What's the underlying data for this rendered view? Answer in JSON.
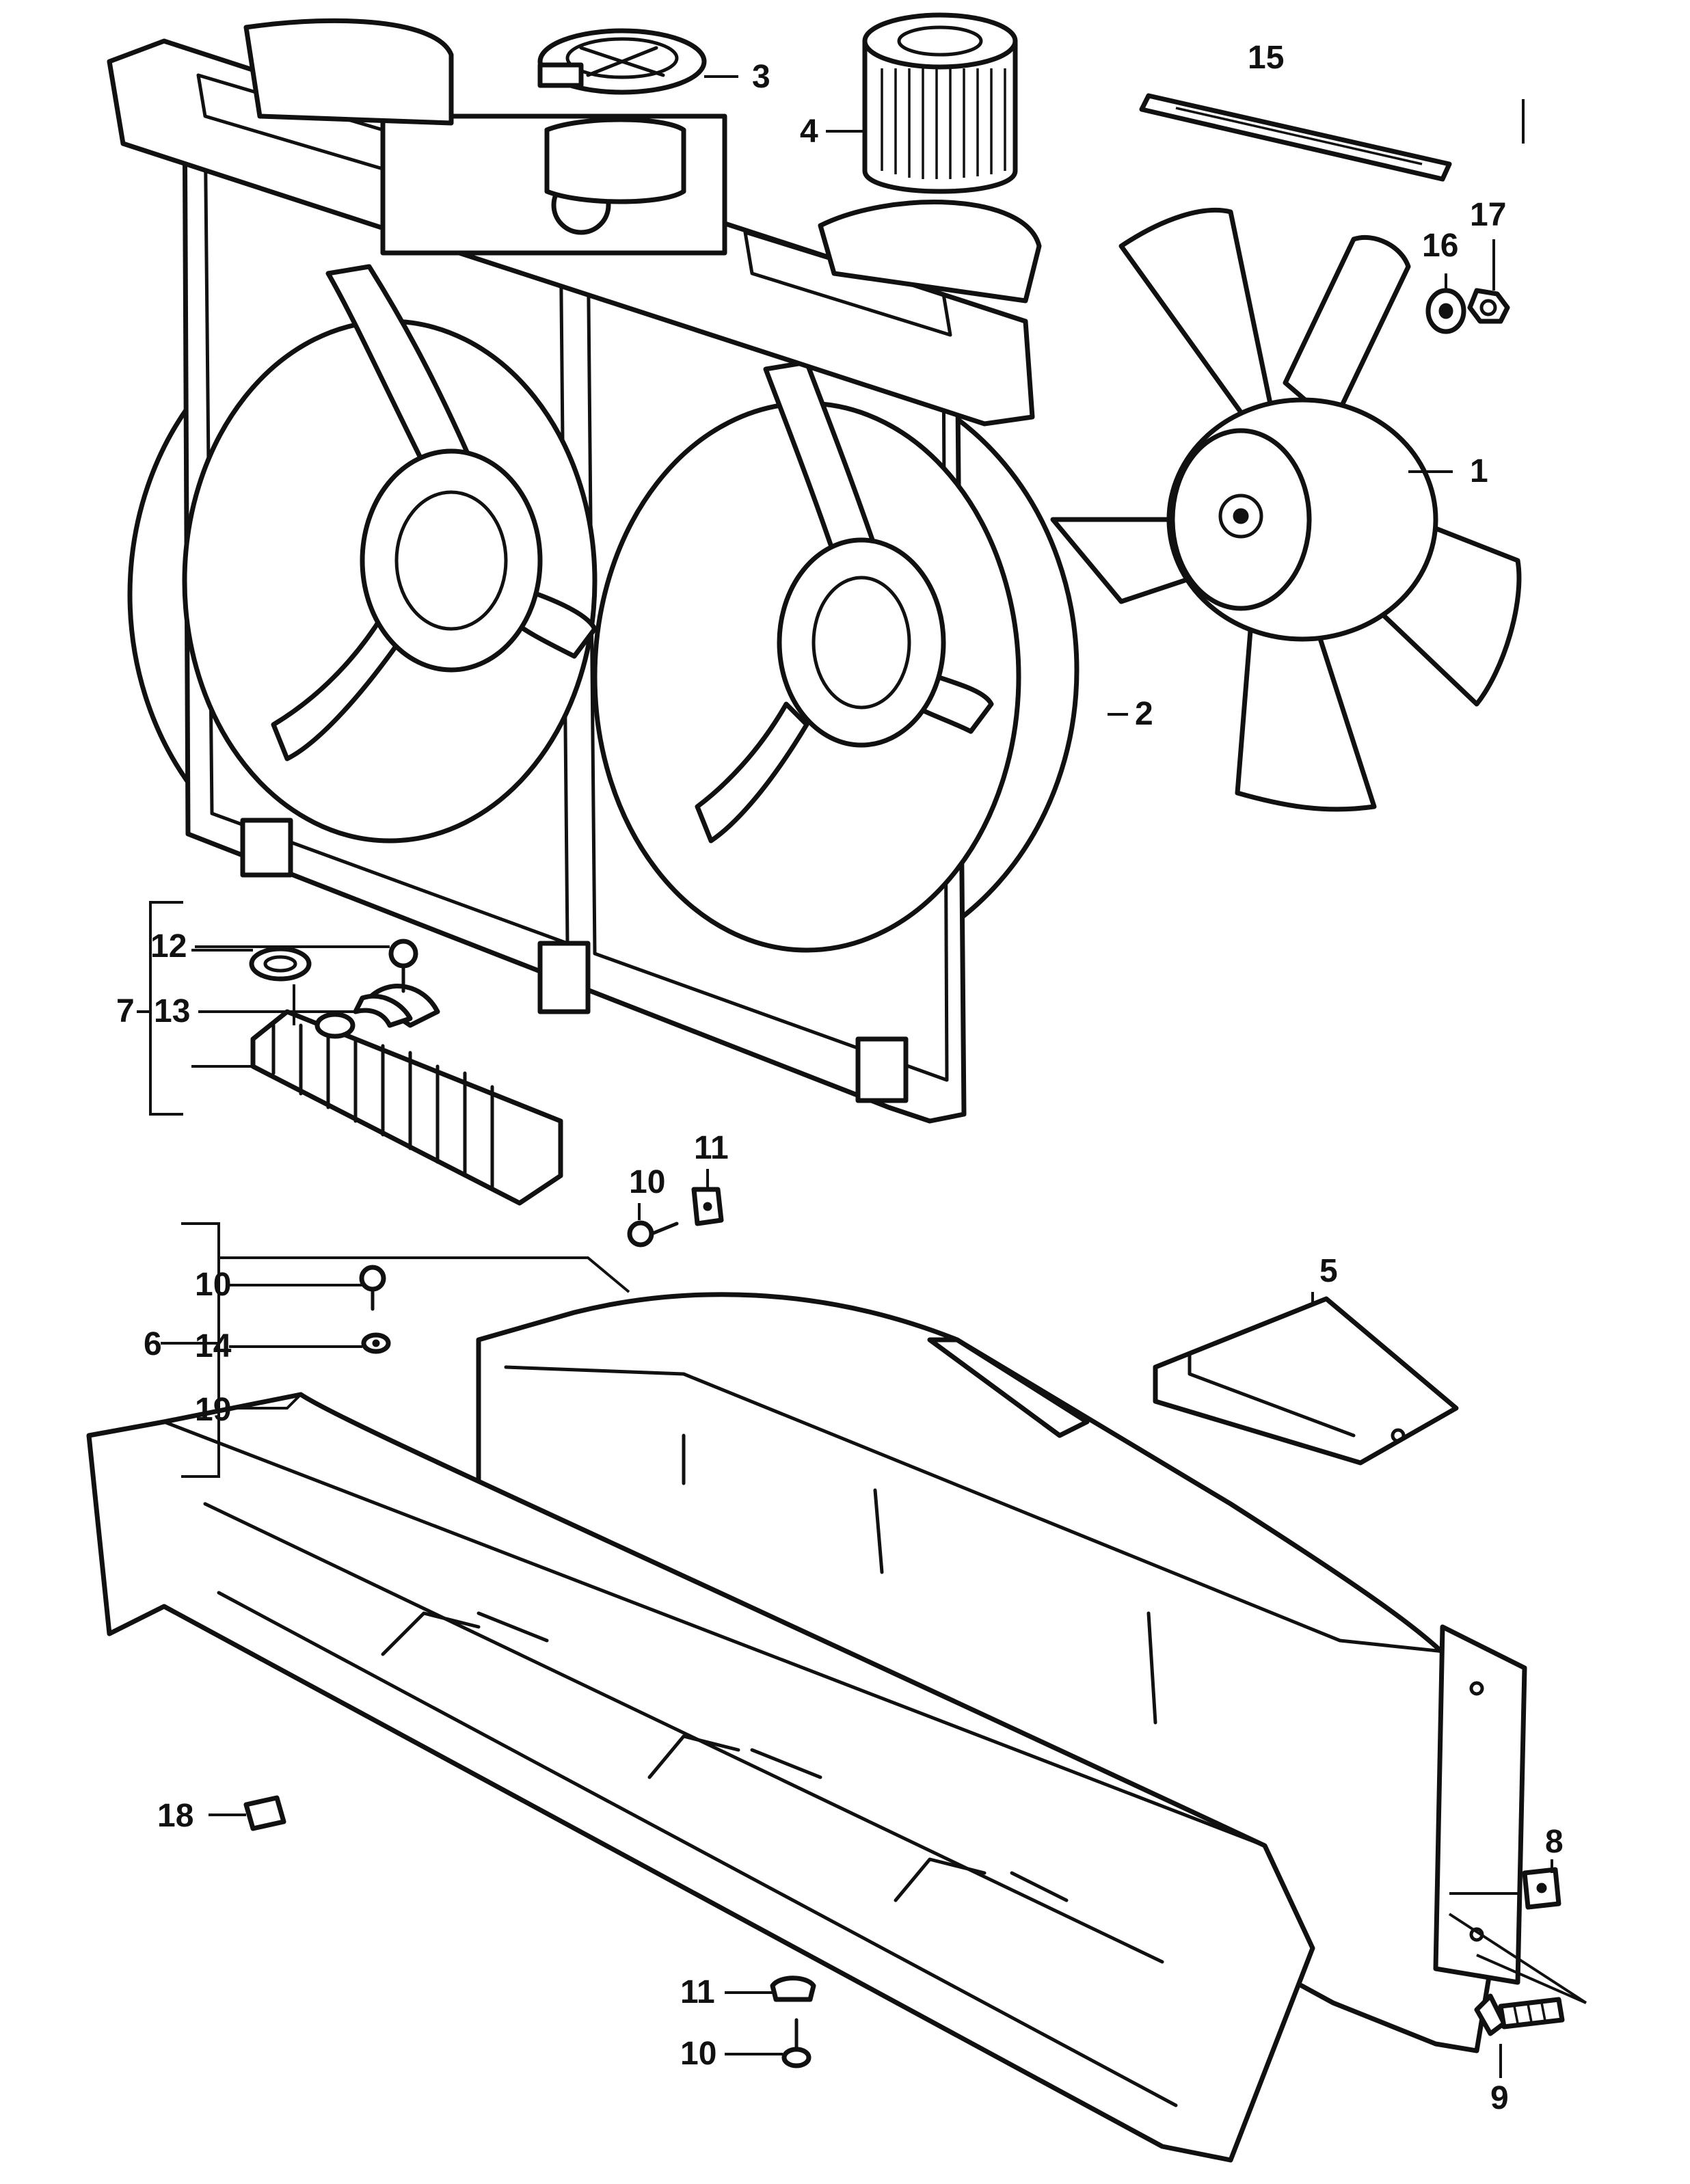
{
  "colors": {
    "ink": "#111111",
    "paper": "#ffffff"
  },
  "callouts": {
    "c1": "1",
    "c2": "2",
    "c3": "3",
    "c4": "4",
    "c5": "5",
    "c6": "6",
    "c7": "7",
    "c8": "8",
    "c9": "9",
    "c10a": "10",
    "c10b": "10",
    "c10c": "10",
    "c11a": "11",
    "c11b": "11",
    "c12": "12",
    "c13": "13",
    "c14": "14",
    "c15": "15",
    "c16": "16",
    "c17": "17",
    "c18": "18",
    "c19": "19"
  }
}
